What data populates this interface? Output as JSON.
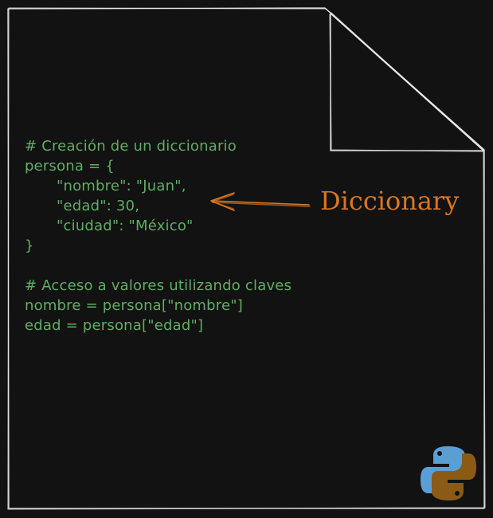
{
  "code": {
    "lines": [
      "# Creación de un diccionario",
      "persona = {",
      "\"nombre\": \"Juan\",",
      "\"edad\": 30,",
      "\"ciudad\": \"México\"",
      "}",
      "# Acceso a valores utilizando claves",
      "nombre = persona[\"nombre\"]",
      "edad = persona[\"edad\"]"
    ]
  },
  "annotation": {
    "label": "Diccionary"
  },
  "colors": {
    "background": "#121212",
    "paper_stroke": "#e8e8e8",
    "code_text": "#5fae63",
    "annotation": "#d9761f",
    "python_blue": "#5a9fd4",
    "python_brown": "#8b5a14"
  },
  "logo": {
    "icon": "python-logo-icon"
  }
}
